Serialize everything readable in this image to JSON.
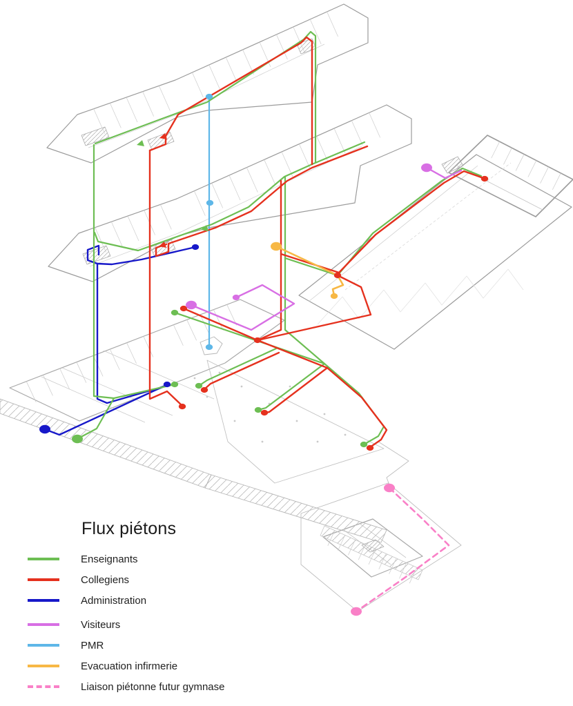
{
  "legend": {
    "title": "Flux piétons",
    "items": [
      {
        "id": "enseignants",
        "label": "Enseignants",
        "color": "#6dbe53",
        "style": "solid"
      },
      {
        "id": "collegiens",
        "label": "Collegiens",
        "color": "#e5311e",
        "style": "solid"
      },
      {
        "id": "administration",
        "label": "Administration",
        "color": "#1718c9",
        "style": "solid"
      },
      {
        "id": "visiteurs",
        "label": "Visiteurs",
        "color": "#d86fe4",
        "style": "solid"
      },
      {
        "id": "pmr",
        "label": "PMR",
        "color": "#5eb7e8",
        "style": "solid"
      },
      {
        "id": "evacuation",
        "label": "Evacuation infirmerie",
        "color": "#f7b845",
        "style": "solid"
      },
      {
        "id": "liaison",
        "label": "Liaison piétonne futur gymnase",
        "color": "#f980c7",
        "style": "dashed"
      }
    ]
  },
  "diagram": {
    "kind": "axonometric pedestrian flow diagram",
    "line_colors": {
      "enseignants": "#6dbe53",
      "collegiens": "#e5311e",
      "administration": "#1718c9",
      "visiteurs": "#d86fe4",
      "pmr": "#5eb7e8",
      "evacuation": "#f7b845",
      "liaison": "#f980c7"
    },
    "linework_color": "#9b9b9b"
  }
}
